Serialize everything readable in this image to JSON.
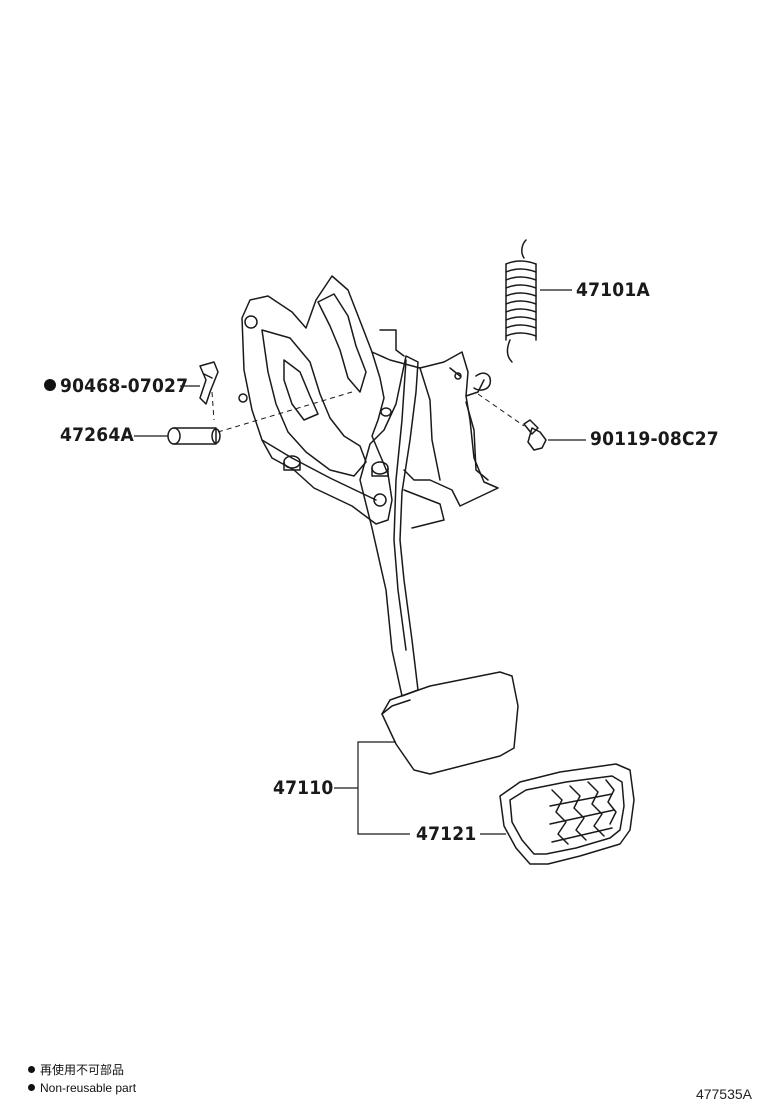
{
  "parts": {
    "spring": "47101A",
    "clip": "90468-07027",
    "pin": "47264A",
    "bolt": "90119-08C27",
    "pedal": "47110",
    "pedal_pad": "47121"
  },
  "legend": {
    "jp": "再使用不可部品",
    "en": "Non-reusable part"
  },
  "figure_id": "477535A"
}
